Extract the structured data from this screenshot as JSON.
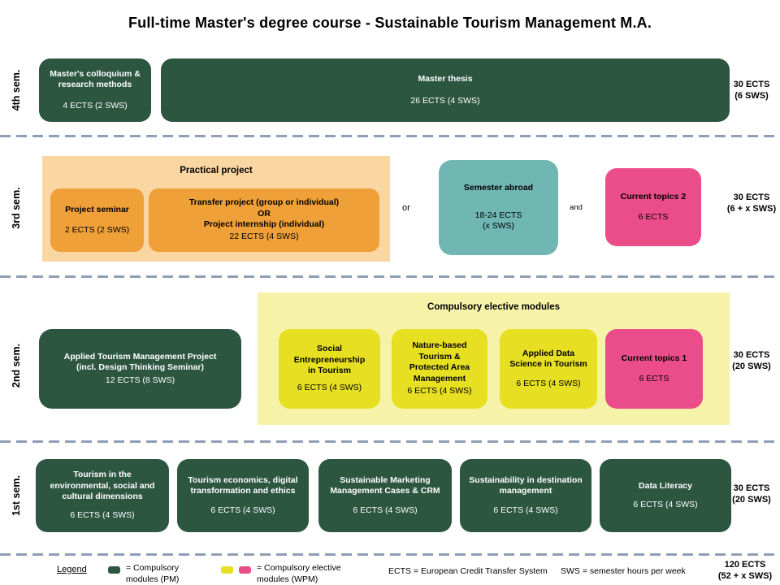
{
  "title": "Full-time Master's degree course - Sustainable Tourism Management M.A.",
  "colors": {
    "compulsory_green": "#2D5641",
    "elective_yellow": "#E7DF21",
    "elective_pink": "#EB4D8A",
    "practical_container_orange": "#FAD6A2",
    "practical_orange": "#F0A038",
    "semester_abroad_teal": "#70B7B4",
    "electives_container_yellow": "#F6F3A9",
    "separator_dash": "#8E9EB6"
  },
  "sem4": {
    "label": "4th sem.",
    "colloquium": {
      "title": "Master's colloquium &\nresearch methods",
      "ects": "4 ECTS (2 SWS)"
    },
    "thesis": {
      "title": "Master thesis",
      "ects": "26 ECTS (4 SWS)"
    },
    "total": "30 ECTS\n(6 SWS)"
  },
  "sem3": {
    "label": "3rd sem.",
    "practical": {
      "title": "Practical project",
      "seminar": {
        "title": "Project seminar",
        "ects": "2 ECTS (2 SWS)"
      },
      "transfer": {
        "title": "Transfer project (group or individual)\nOR\nProject internship (individual)",
        "ects": "22 ECTS (4 SWS)"
      }
    },
    "or_label": "or",
    "abroad": {
      "title": "Semester abroad",
      "ects": "18-24 ECTS\n(x SWS)"
    },
    "and_label": "and",
    "topics2": {
      "title": "Current topics 2",
      "ects": "6 ECTS"
    },
    "total": "30 ECTS\n(6 + x SWS)"
  },
  "sem2": {
    "label": "2nd sem.",
    "applied": {
      "title": "Applied Tourism Management Project\n(incl. Design Thinking Seminar)",
      "ects": "12 ECTS (8 SWS)"
    },
    "electives": {
      "title": "Compulsory elective modules",
      "modules": [
        {
          "title": "Social\nEntrepreneurship\nin Tourism",
          "ects": "6 ECTS (4 SWS)"
        },
        {
          "title": "Nature-based\nTourism &\nProtected Area\nManagement",
          "ects": "6 ECTS (4 SWS)"
        },
        {
          "title": "Applied Data\nScience in Tourism",
          "ects": "6 ECTS (4 SWS)"
        },
        {
          "title": "Current topics 1",
          "ects": "6 ECTS"
        }
      ]
    },
    "total": "30 ECTS\n(20 SWS)"
  },
  "sem1": {
    "label": "1st sem.",
    "modules": [
      {
        "title": "Tourism in the\nenvironmental, social and\ncultural dimensions",
        "ects": "6 ECTS (4 SWS)"
      },
      {
        "title": "Tourism economics, digital\ntransformation and ethics",
        "ects": "6 ECTS (4 SWS)"
      },
      {
        "title": "Sustainable Marketing\nManagement Cases & CRM",
        "ects": "6 ECTS (4 SWS)"
      },
      {
        "title": "Sustainability in destination\nmanagement",
        "ects": "6 ECTS (4 SWS)"
      },
      {
        "title": "Data Literacy",
        "ects": "6 ECTS (4 SWS)"
      }
    ],
    "total": "30 ECTS\n(20 SWS)"
  },
  "legend": {
    "label": "Legend",
    "compulsory": "= Compulsory\nmodules (PM)",
    "elective": "= Compulsory elective\nmodules (WPM)",
    "ects_def": "ECTS  =  European Credit Transfer System",
    "sws_def": "SWS = semester hours per week",
    "total": "120 ECTS\n(52 + x SWS)"
  }
}
